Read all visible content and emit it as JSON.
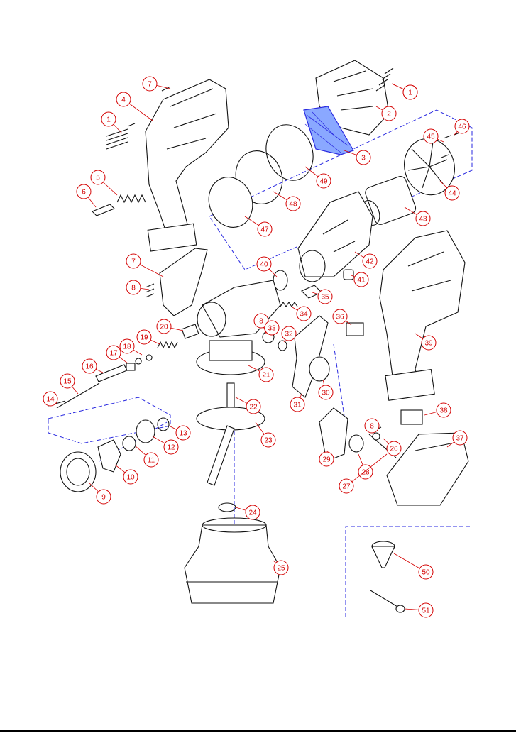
{
  "diagram": {
    "colors": {
      "callout": "#d40000",
      "line": "#111111",
      "group_outline": "#2a2ae0",
      "filter_pad": "#2a2ae0"
    },
    "part_numbers": [
      "1",
      "2",
      "3",
      "4",
      "5",
      "6",
      "7",
      "8",
      "9",
      "10",
      "11",
      "12",
      "13",
      "14",
      "15",
      "16",
      "17",
      "18",
      "19",
      "20",
      "21",
      "22",
      "23",
      "24",
      "25",
      "26",
      "27",
      "28",
      "29",
      "30",
      "31",
      "32",
      "33",
      "34",
      "35",
      "36",
      "37",
      "38",
      "39",
      "40",
      "41",
      "42",
      "43",
      "44",
      "45",
      "46",
      "47",
      "48",
      "49",
      "50",
      "51"
    ],
    "callouts": [
      {
        "id": "c1a",
        "label": "1"
      },
      {
        "id": "c7",
        "label": "7"
      },
      {
        "id": "c4",
        "label": "4"
      },
      {
        "id": "c1b",
        "label": "1"
      },
      {
        "id": "c5",
        "label": "5"
      },
      {
        "id": "c6",
        "label": "6"
      },
      {
        "id": "c1c",
        "label": "1"
      },
      {
        "id": "c2",
        "label": "2"
      },
      {
        "id": "c3",
        "label": "3"
      },
      {
        "id": "c46",
        "label": "46"
      },
      {
        "id": "c45",
        "label": "45"
      },
      {
        "id": "c44",
        "label": "44"
      },
      {
        "id": "c49",
        "label": "49"
      },
      {
        "id": "c48",
        "label": "48"
      },
      {
        "id": "c47",
        "label": "47"
      },
      {
        "id": "c43",
        "label": "43"
      },
      {
        "id": "c42",
        "label": "42"
      },
      {
        "id": "c40",
        "label": "40"
      },
      {
        "id": "c41",
        "label": "41"
      },
      {
        "id": "c7b",
        "label": "7"
      },
      {
        "id": "c8a",
        "label": "8"
      },
      {
        "id": "c35",
        "label": "35"
      },
      {
        "id": "c34",
        "label": "34"
      },
      {
        "id": "c39",
        "label": "39"
      },
      {
        "id": "c8b",
        "label": "8"
      },
      {
        "id": "c33",
        "label": "33"
      },
      {
        "id": "c32",
        "label": "32"
      },
      {
        "id": "c36",
        "label": "36"
      },
      {
        "id": "c20",
        "label": "20"
      },
      {
        "id": "c19",
        "label": "19"
      },
      {
        "id": "c18",
        "label": "18"
      },
      {
        "id": "c17",
        "label": "17"
      },
      {
        "id": "c16",
        "label": "16"
      },
      {
        "id": "c15",
        "label": "15"
      },
      {
        "id": "c14",
        "label": "14"
      },
      {
        "id": "c21",
        "label": "21"
      },
      {
        "id": "c31",
        "label": "31"
      },
      {
        "id": "c30",
        "label": "30"
      },
      {
        "id": "c22",
        "label": "22"
      },
      {
        "id": "c13",
        "label": "13"
      },
      {
        "id": "c12",
        "label": "12"
      },
      {
        "id": "c11",
        "label": "11"
      },
      {
        "id": "c10",
        "label": "10"
      },
      {
        "id": "c9",
        "label": "9"
      },
      {
        "id": "c23",
        "label": "23"
      },
      {
        "id": "c38",
        "label": "38"
      },
      {
        "id": "c37",
        "label": "37"
      },
      {
        "id": "c8c",
        "label": "8"
      },
      {
        "id": "c26",
        "label": "26"
      },
      {
        "id": "c29",
        "label": "29"
      },
      {
        "id": "c28",
        "label": "28"
      },
      {
        "id": "c27",
        "label": "27"
      },
      {
        "id": "c24",
        "label": "24"
      },
      {
        "id": "c25",
        "label": "25"
      },
      {
        "id": "c50",
        "label": "50"
      },
      {
        "id": "c51",
        "label": "51"
      }
    ]
  }
}
